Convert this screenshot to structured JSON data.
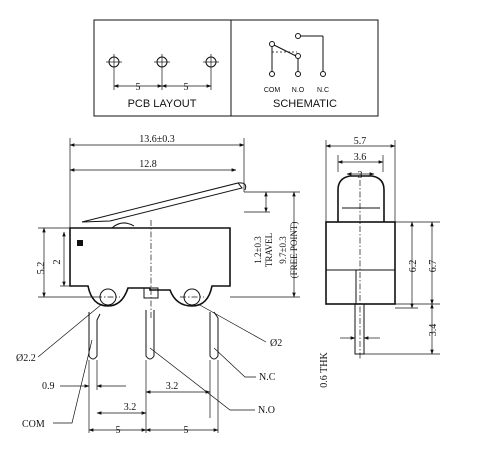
{
  "pcb_layout": {
    "title": "PCB LAYOUT",
    "pitch_left": "5",
    "pitch_right": "5"
  },
  "schematic": {
    "title": "SCHEMATIC",
    "pin_com": "COM",
    "pin_no": "N.O",
    "pin_nc": "N.C"
  },
  "front_view": {
    "overall_width": "13.6±0.3",
    "body_width": "12.8",
    "travel": "1.2±0.3",
    "travel_label": "TRAVEL",
    "free_point": "9.7±0.3",
    "free_point_label": "(FREE POINT)",
    "body_height": "5.2",
    "offset": "2",
    "hole_left": "Ø2.2",
    "hole_right": "Ø2",
    "pin_offset": "0.9",
    "pin_spacing_left": "3.2",
    "pin_spacing_right": "3.2",
    "pitch_left": "5",
    "pitch_right": "5",
    "label_com": "COM",
    "label_no": "N.O",
    "label_nc": "N.C"
  },
  "side_view": {
    "width": "5.7",
    "actuator_width": "3.6",
    "actuator_top": "3",
    "height_a": "6.2",
    "height_b": "6.7",
    "pin_length": "3.4",
    "thickness": "0.6 THK"
  },
  "colors": {
    "line": "#111111",
    "background": "#ffffff"
  }
}
